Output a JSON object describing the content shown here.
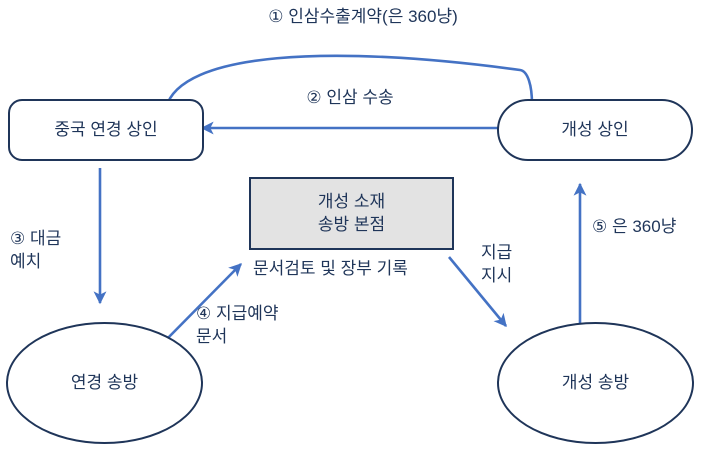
{
  "diagram": {
    "title_text": "",
    "colors": {
      "node_border": "#1F3559",
      "node_text": "#1F3559",
      "center_fill": "#E3E3E3",
      "arrow_blue": "#4472C4",
      "background": "#FFFFFF"
    },
    "nodes": [
      {
        "id": "china-merchant",
        "label": "중국 연경 상인",
        "shape": "rounded-rect"
      },
      {
        "id": "gaeseong-merchant",
        "label": "개성 상인",
        "shape": "pill"
      },
      {
        "id": "songbang-head-office",
        "label": "개성 소재\n송방 본점",
        "shape": "rectangle"
      },
      {
        "id": "yeongyeong-songbang",
        "label": "연경 송방",
        "shape": "ellipse"
      },
      {
        "id": "gaeseong-songbang",
        "label": "개성 송방",
        "shape": "ellipse"
      }
    ],
    "edge_labels": [
      {
        "id": "step1",
        "text": "① 인삼수출계약(은 360냥)"
      },
      {
        "id": "step2",
        "text": "② 인삼 수송"
      },
      {
        "id": "step3",
        "text": "③ 대금\n예치"
      },
      {
        "id": "step4",
        "text": "④ 지급예약\n문서"
      },
      {
        "id": "step5",
        "text": "⑤ 은 360냥"
      },
      {
        "id": "record",
        "text": "문서검토 및 장부 기록"
      },
      {
        "id": "payment-order",
        "text": "지급\n지시"
      }
    ]
  }
}
